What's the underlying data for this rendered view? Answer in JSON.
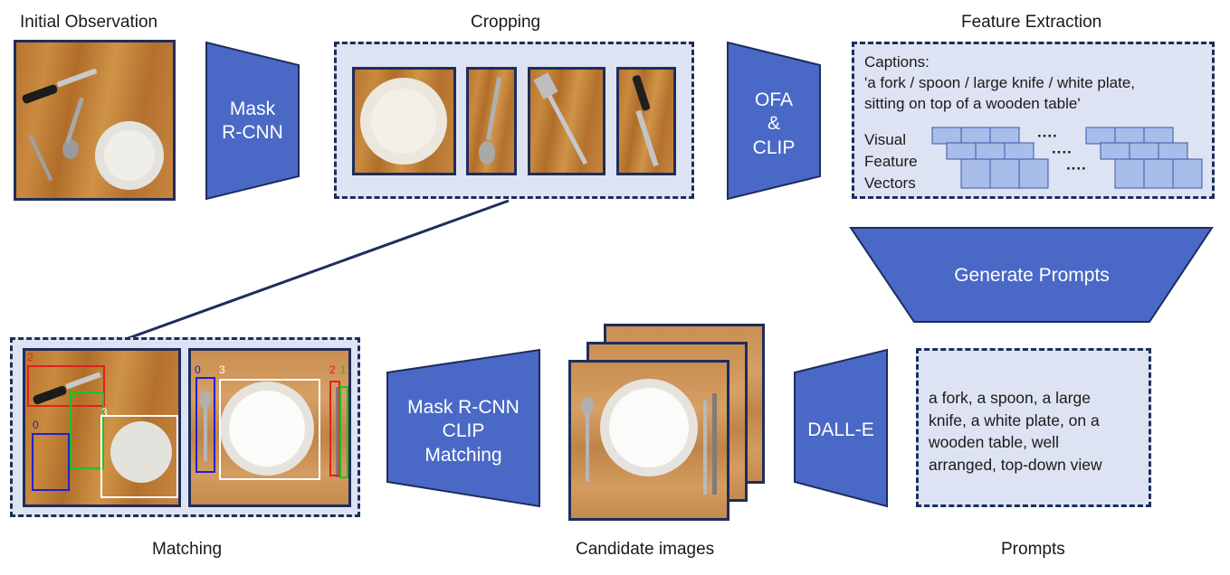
{
  "stages": {
    "initial": "Initial Observation",
    "cropping": "Cropping",
    "feature": "Feature Extraction",
    "matching": "Matching",
    "candidates": "Candidate images",
    "prompts": "Prompts"
  },
  "models": {
    "mask_rcnn_l1": "Mask",
    "mask_rcnn_l2": "R-CNN",
    "ofa_l1": "OFA",
    "ofa_l2": "&",
    "ofa_l3": "CLIP",
    "generate": "Generate Prompts",
    "dalle": "DALL-E",
    "match_l1": "Mask R-CNN",
    "match_l2": "CLIP",
    "match_l3": "Matching"
  },
  "feature_box": {
    "captions_label": "Captions:",
    "caption_l1": "'a fork / spoon / large knife / white plate,",
    "caption_l2": "sitting on top of a wooden table'",
    "visual_l1": "Visual",
    "visual_l2": "Feature",
    "visual_l3": "Vectors",
    "dots": "····"
  },
  "prompt_box": {
    "l1": "a fork, a spoon, a large",
    "l2": "knife, a white plate, on a",
    "l3": "wooden table, well",
    "l4": "arranged, top-down view"
  },
  "detections": {
    "left": [
      "2",
      "1",
      "3",
      "0"
    ],
    "right": [
      "0",
      "3",
      "2",
      "1"
    ]
  },
  "colors": {
    "shape_fill": "#4a69c6",
    "border": "#1e2d5c",
    "panel": "#dde3f2",
    "cell": "#a9bdea"
  }
}
